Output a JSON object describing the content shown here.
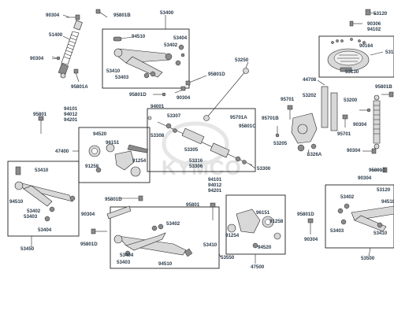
{
  "watermark": "KYMCO",
  "labels": {
    "l90304_a": "90304",
    "l95801b_a": "95801B",
    "l53400": "53400",
    "l51400": "51400",
    "l94510_a": "94510",
    "l53404_a": "53404",
    "l53402_a": "53402",
    "l53410_a": "53410",
    "l53403_a": "53403",
    "l90304_b": "90304",
    "l95801a_a": "95801A",
    "l53250": "53250",
    "l95801d_a": "95801D",
    "l95801d_b": "95801D",
    "l90304_c": "90304",
    "l95701a": "95701A",
    "l94001": "94001",
    "l53307": "53307",
    "l95801c": "95801C",
    "l53308": "53308",
    "l53305": "53305",
    "l53316": "53316",
    "l53306": "53306",
    "l53300": "53300",
    "l94101_a": "94101",
    "l94012_a": "94012",
    "l94201_a": "94201",
    "l94101_b": "94101",
    "l94012_b": "94012",
    "l94201_b": "94201",
    "l95801_a": "95801",
    "l94520_a": "94520",
    "l96151_a": "96151",
    "l47400": "47400",
    "l91258_a": "91258",
    "l91254_a": "91254",
    "l53410_b": "53410",
    "l94510_b": "94510",
    "l53402_b": "53402",
    "l53403_b": "53403",
    "l53404_b": "53404",
    "l53450": "53450",
    "l95801d_c": "95801D",
    "l90304_d": "90304",
    "l95801d_d": "95801D",
    "l53402_c": "53402",
    "l53403_c": "53403",
    "l53404_c": "53404",
    "l53410_c": "53410",
    "l94510_c": "94510",
    "l53550": "53550",
    "l95801_b": "95801",
    "l96151_b": "96151",
    "l91258_b": "91258",
    "l91254_b": "91254",
    "l94520_b": "94520",
    "l47500": "47500",
    "l53120": "53120",
    "l90306": "90306",
    "l94102": "94102",
    "l90164": "90164",
    "l53130": "53130",
    "l5313": "5313",
    "l44708": "44708",
    "l53202": "53202",
    "l53200": "53200",
    "l95701_a": "95701",
    "l95701b": "95701B",
    "l53205": "53205",
    "l95701_b": "95701",
    "l5326a": "5326A",
    "l95801b_b": "95801B",
    "l90304_e": "90304",
    "l90304_f": "90304",
    "l95801d_e": "95801D",
    "l90304_g": "90304",
    "l53120_b": "53120",
    "l53402_d": "53402",
    "l53403_d": "53403",
    "l53410_d": "53410",
    "l94510_d": "94510",
    "l95801d_f": "95801D",
    "l90304_h": "90304",
    "l53500": "53500"
  }
}
